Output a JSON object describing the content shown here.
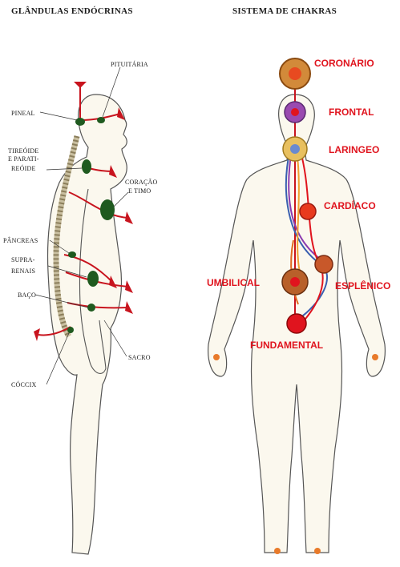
{
  "left": {
    "title": "GLÂNDULAS ENDÓCRINAS",
    "labels": {
      "pituitaria": "PITUITÁRIA",
      "pineal": "PINEAL",
      "tireoide_1": "TIREÓIDE",
      "tireoide_2": "E PARATI-",
      "tireoide_3": "REÓIDE",
      "coracao_1": "CORAÇÃO",
      "coracao_2": "E TIMO",
      "pancreas": "PÂNCREAS",
      "suprarenais_1": "SUPRA-",
      "suprarenais_2": "RENAIS",
      "baco": "BAÇO",
      "sacro": "SACRO",
      "coccix": "CÓCCIX"
    }
  },
  "right": {
    "title": "SISTEMA DE CHAKRAS",
    "labels": {
      "coronario": "CORONÁRIO",
      "frontal": "FRONTAL",
      "laringeo": "LARINGEO",
      "cardiaco": "CARDÍACO",
      "umbilical": "UMBILICAL",
      "esplenico": "ESPLÊNICO",
      "fundamental": "FUNDAMENTAL"
    }
  },
  "colors": {
    "gland": "#1f5a1f",
    "nerve": "#c8141e",
    "chakra_label": "#e0141e",
    "body_outline": "#555555",
    "body_fill": "#fbf8ee"
  }
}
